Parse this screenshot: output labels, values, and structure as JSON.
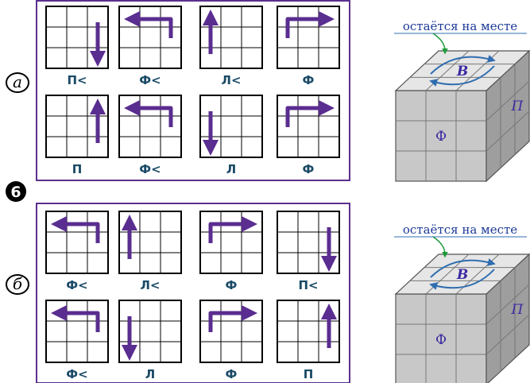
{
  "diagram_number": "6",
  "panels": [
    {
      "letter": "а",
      "note": "остаётся на месте",
      "cube_faces": {
        "top": "В",
        "front": "Ф",
        "right": "П"
      },
      "moves": [
        {
          "label": "П<",
          "arrow": "down-right-column"
        },
        {
          "label": "Ф<",
          "arrow": "hook-left"
        },
        {
          "label": "Л<",
          "arrow": "up-left-column"
        },
        {
          "label": "Ф",
          "arrow": "hook-right"
        },
        {
          "label": "П",
          "arrow": "up-right-column"
        },
        {
          "label": "Ф<",
          "arrow": "hook-left"
        },
        {
          "label": "Л",
          "arrow": "down-left-column"
        },
        {
          "label": "Ф",
          "arrow": "hook-right"
        }
      ]
    },
    {
      "letter": "б",
      "note": "остаётся на месте",
      "cube_faces": {
        "top": "В",
        "front": "Ф",
        "right": "П"
      },
      "moves": [
        {
          "label": "Ф<",
          "arrow": "hook-left"
        },
        {
          "label": "Л<",
          "arrow": "up-left-column"
        },
        {
          "label": "Ф",
          "arrow": "hook-right"
        },
        {
          "label": "П<",
          "arrow": "down-right-column"
        },
        {
          "label": "Ф<",
          "arrow": "hook-left"
        },
        {
          "label": "Л",
          "arrow": "down-left-column"
        },
        {
          "label": "Ф",
          "arrow": "hook-right"
        },
        {
          "label": "П",
          "arrow": "up-right-column"
        }
      ]
    }
  ],
  "colors": {
    "frame": "#5b2f8e",
    "arrow": "#5a2d90",
    "label": "#1a4a66",
    "cube_face": "#c8c8c8",
    "cube_right": "#9e9e9e",
    "cube_top": "#e6e6e6",
    "top_arrow": "#2f6db0",
    "leader": "#1e9a3a"
  }
}
